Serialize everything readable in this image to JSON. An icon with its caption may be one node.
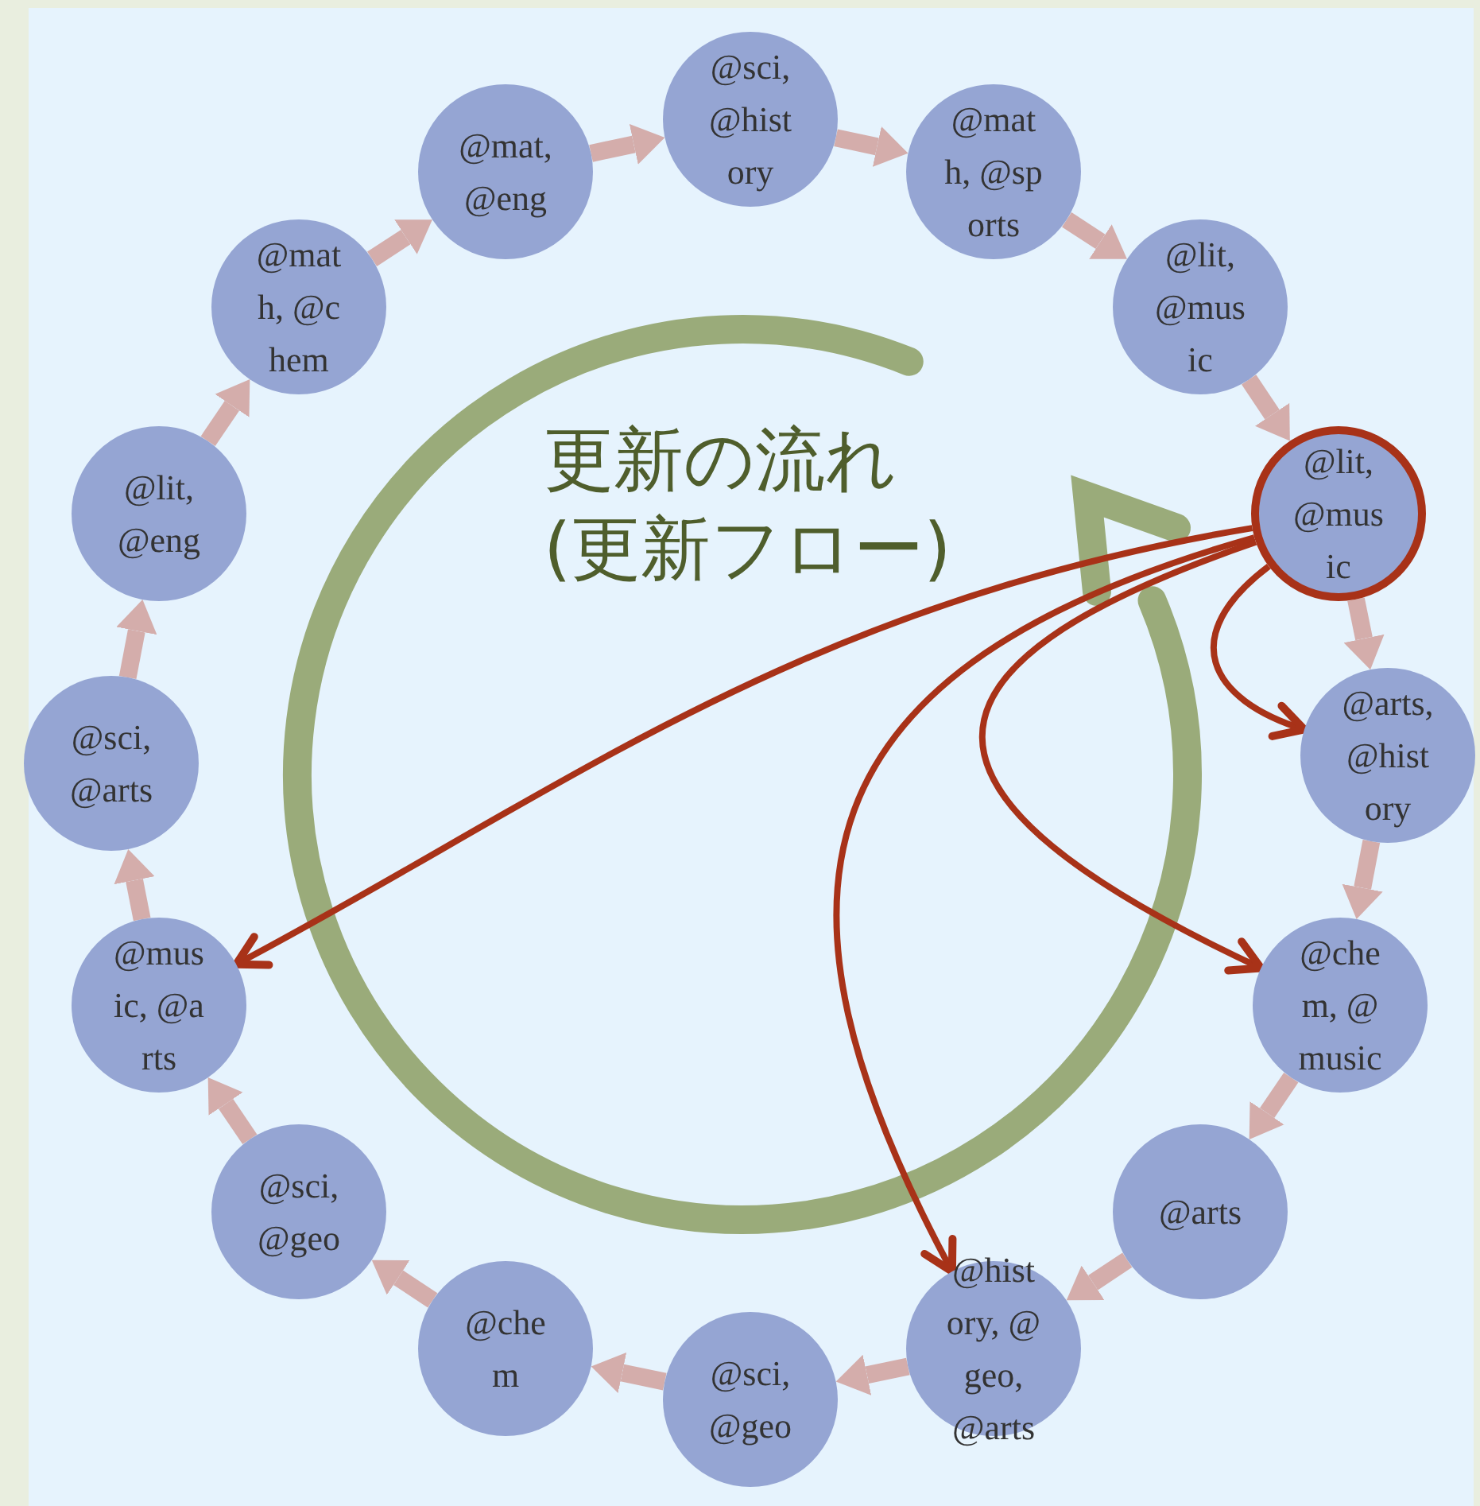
{
  "diagram": {
    "nodes": [
      {
        "text": [
          "@sci, @history"
        ]
      },
      {
        "text": [
          "@math, @sports"
        ]
      },
      {
        "text": [
          "@lit, @music"
        ]
      },
      {
        "text": [
          "@lit, @music"
        ]
      },
      {
        "text": [
          "@arts, @history"
        ]
      },
      {
        "text": [
          "@chem, @music"
        ]
      },
      {
        "text": [
          "@arts"
        ]
      },
      {
        "text": [
          "@history, @geo, @arts"
        ]
      },
      {
        "text": [
          "@sci, @geo"
        ]
      },
      {
        "text": [
          "@chem"
        ]
      },
      {
        "text": [
          "@sci, @geo"
        ]
      },
      {
        "text": [
          "@music, @arts"
        ]
      },
      {
        "text": [
          "@sci, @arts"
        ]
      },
      {
        "text": [
          "@lit, @eng"
        ]
      },
      {
        "text": [
          "@math, @chem"
        ]
      },
      {
        "text": [
          "@mat, @eng"
        ]
      }
    ],
    "edges": [
      {
        "from": 0,
        "to": 1,
        "arrow": "to"
      },
      {
        "from": 1,
        "to": 2,
        "arrow": "to"
      },
      {
        "from": 2,
        "to": 3,
        "arrow": "to"
      },
      {
        "from": 3,
        "to": 4,
        "arrow": "to"
      },
      {
        "from": 4,
        "to": 5,
        "arrow": "to"
      },
      {
        "from": 5,
        "to": 6,
        "arrow": "to"
      },
      {
        "from": 6,
        "to": 7,
        "arrow": "to"
      },
      {
        "from": 7,
        "to": 8,
        "arrow": "to"
      },
      {
        "from": 8,
        "to": 9,
        "arrow": "to"
      },
      {
        "from": 9,
        "to": 10,
        "arrow": "to"
      },
      {
        "from": 10,
        "to": 11,
        "arrow": "to"
      },
      {
        "from": 11,
        "to": 12,
        "arrow": "to"
      },
      {
        "from": 12,
        "to": 13,
        "arrow": "to"
      },
      {
        "from": 13,
        "to": 14,
        "arrow": "to"
      },
      {
        "from": 14,
        "to": 15,
        "arrow": "to"
      },
      {
        "from": 15,
        "to": 0,
        "arrow": "to"
      },
      {
        "from": 3,
        "to": 4,
        "arrow": "to",
        "color": "#a83218"
      },
      {
        "from": 3,
        "to": 5,
        "arrow": "to",
        "color": "#a83218"
      },
      {
        "from": 3,
        "to": 7,
        "arrow": "to",
        "color": "#a83218"
      },
      {
        "from": 3,
        "to": 11,
        "arrow": "to",
        "color": "#a83218"
      }
    ],
    "labels": [
      "更新の流れ(更新フロー)"
    ]
  }
}
